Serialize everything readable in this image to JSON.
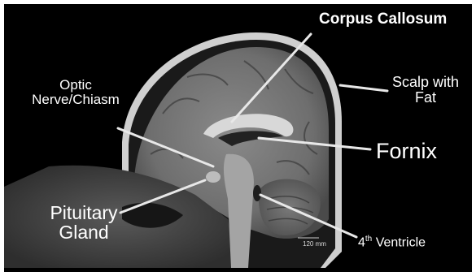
{
  "colors": {
    "background": "#000000",
    "border": "#ffffff",
    "label_text": "#ffffff",
    "leader_line": "#e8e8e8"
  },
  "labels": {
    "corpus_callosum": "Corpus Callosum",
    "optic_line1": "Optic",
    "optic_line2": "Nerve/Chiasm",
    "scalp_line1": "Scalp with",
    "scalp_line2": "Fat",
    "fornix": "Fornix",
    "pituitary_line1": "Pituitary",
    "pituitary_line2": "Gland",
    "fourth_number": "4",
    "fourth_suffix": "th",
    "fourth_word": " Ventricle",
    "scale_bar": "120 mm"
  }
}
